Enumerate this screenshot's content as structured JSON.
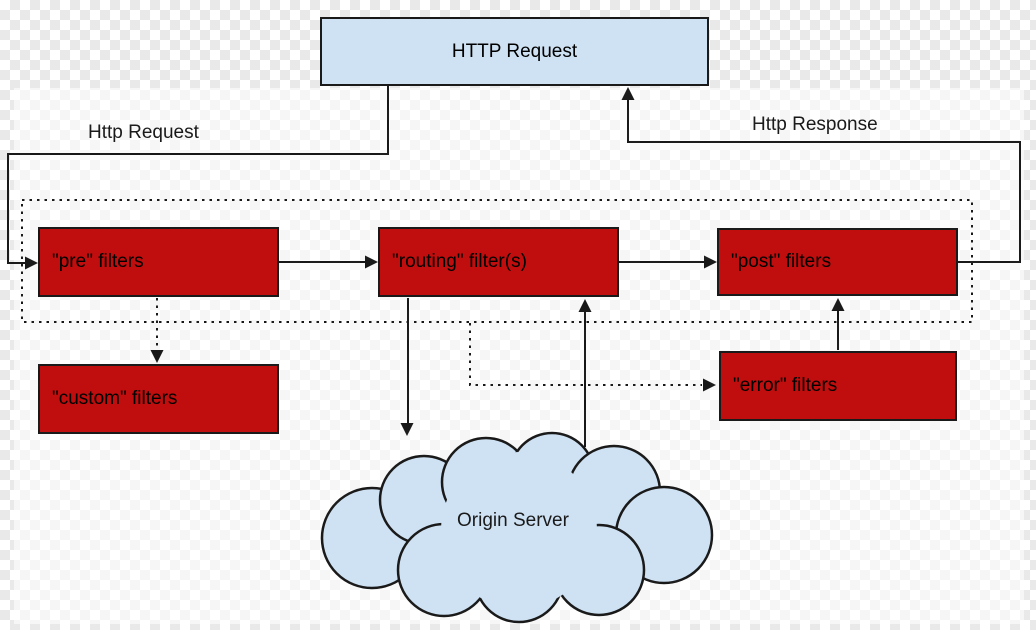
{
  "diagram": {
    "title": "HTTP Request",
    "labels": {
      "request": "Http Request",
      "response": "Http Response"
    },
    "filters": {
      "pre": {
        "label": "\"pre\" filters"
      },
      "routing": {
        "label": "\"routing\" filter(s)"
      },
      "post": {
        "label": "\"post\" filters"
      },
      "custom": {
        "label": "\"custom\" filters"
      },
      "error": {
        "label": "\"error\" filters"
      }
    },
    "origin_server": {
      "label": "Origin Server"
    },
    "colors": {
      "filter_box_fill": "#c00e0e",
      "request_box_fill": "#cfe2f3",
      "cloud_fill": "#cfe2f3",
      "stroke": "#1a1a1a",
      "checker_gray": "#e9e9e9"
    }
  }
}
